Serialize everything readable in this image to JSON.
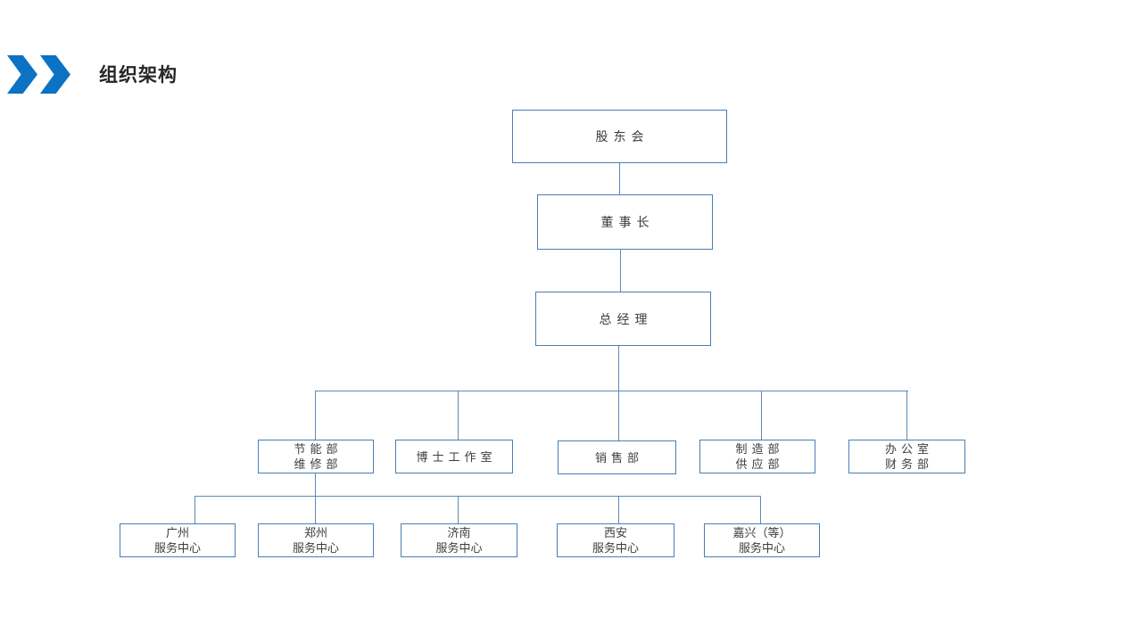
{
  "slide": {
    "title": "组织架构",
    "accent_color": "#0c72c4",
    "box_border_color": "#4a7eb5",
    "connector_color": "#5e8ab8",
    "text_color": "#3d3d3d",
    "background_color": "#ffffff"
  },
  "org_chart": {
    "nodes": {
      "shareholders": {
        "lines": [
          "股东会"
        ]
      },
      "chairman": {
        "lines": [
          "董事长"
        ]
      },
      "general_manager": {
        "lines": [
          "总经理"
        ]
      },
      "dept_energy": {
        "lines": [
          "节能部",
          "维修部"
        ]
      },
      "dept_doctor_studio": {
        "lines": [
          "博士工作室"
        ]
      },
      "dept_sales": {
        "lines": [
          "销售部"
        ]
      },
      "dept_manufacturing": {
        "lines": [
          "制造部",
          "供应部"
        ]
      },
      "dept_office": {
        "lines": [
          "办公室",
          "财务部"
        ]
      },
      "svc_guangzhou": {
        "lines": [
          "广州",
          "服务中心"
        ]
      },
      "svc_zhengzhou": {
        "lines": [
          "郑州",
          "服务中心"
        ]
      },
      "svc_jinan": {
        "lines": [
          "济南",
          "服务中心"
        ]
      },
      "svc_xian": {
        "lines": [
          "西安",
          "服务中心"
        ]
      },
      "svc_jiaxing": {
        "lines": [
          "嘉兴（等）",
          "服务中心"
        ]
      }
    }
  }
}
